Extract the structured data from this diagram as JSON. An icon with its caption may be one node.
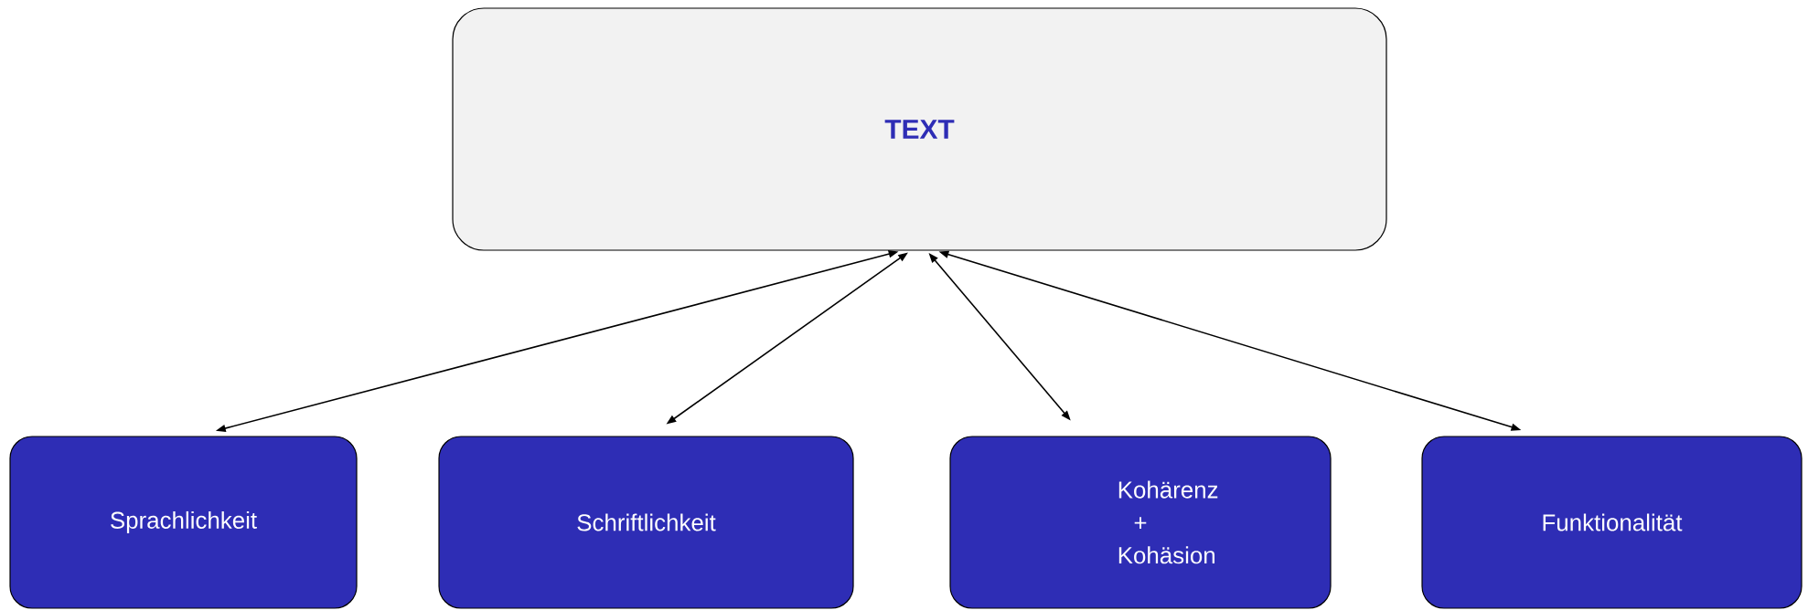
{
  "diagram": {
    "nodes": [
      {
        "text": [
          "TEXT"
        ]
      },
      {
        "text": [
          "Sprachlichkeit"
        ]
      },
      {
        "text": [
          "Schriftlichkeit"
        ]
      },
      {
        "text": [
          "Kohärenz + Kohäsion"
        ]
      },
      {
        "text": [
          "Funktionalität"
        ]
      }
    ],
    "edges": [
      {
        "from": 0,
        "to": 1,
        "arrow": "both"
      },
      {
        "from": 0,
        "to": 2,
        "arrow": "both"
      },
      {
        "from": 0,
        "to": 3,
        "arrow": "both"
      },
      {
        "from": 0,
        "to": 4,
        "arrow": "both"
      }
    ]
  }
}
